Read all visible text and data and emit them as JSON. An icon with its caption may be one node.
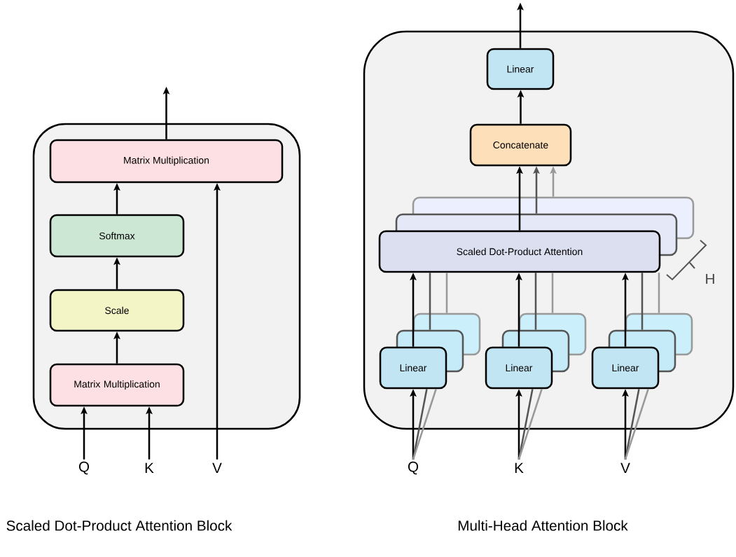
{
  "diagram": {
    "nodes": [
      {
        "text": [],
        "shape": "box"
      },
      {
        "text": [
          "Matrix Multiplication"
        ],
        "in": 0
      },
      {
        "text": [
          "Softmax"
        ],
        "in": 0
      },
      {
        "text": [
          "Scale"
        ],
        "in": 0
      },
      {
        "text": [
          "Matrix Multiplication"
        ],
        "in": 0
      },
      {
        "text": [
          "Q"
        ]
      },
      {
        "text": [
          "K"
        ]
      },
      {
        "text": [
          "V"
        ]
      },
      {
        "text": [],
        "shape": "box"
      },
      {
        "text": [
          "Linear"
        ],
        "in": 8
      },
      {
        "text": [
          "Concatenate"
        ],
        "in": 8
      },
      {
        "text": [
          "Scaled Dot-Product Attention"
        ],
        "in": 8
      },
      {
        "text": [
          "Linear"
        ],
        "in": 8
      },
      {
        "text": [
          "Linear"
        ],
        "in": 8
      },
      {
        "text": [
          "Linear"
        ],
        "in": 8
      },
      {
        "text": [
          "Q"
        ]
      },
      {
        "text": [
          "K"
        ]
      },
      {
        "text": [
          "V"
        ]
      }
    ],
    "edges": [
      {
        "from": 4,
        "to": 3,
        "arrow": "to"
      },
      {
        "from": 3,
        "to": 2,
        "arrow": "to"
      },
      {
        "from": 2,
        "to": 1,
        "arrow": "to"
      },
      {
        "from": 7,
        "to": 1,
        "arrow": "to"
      },
      {
        "from": 5,
        "to": 4,
        "arrow": "to"
      },
      {
        "from": 6,
        "to": 4,
        "arrow": "to"
      },
      {
        "from": 1,
        "to": null,
        "arrow": "to"
      },
      {
        "from": 9,
        "to": null,
        "arrow": "to"
      },
      {
        "from": 10,
        "to": 9,
        "arrow": "to"
      },
      {
        "from": 11,
        "to": 10,
        "arrow": "to"
      },
      {
        "from": 11,
        "to": 10,
        "arrow": "to",
        "color": "#555555"
      },
      {
        "from": 11,
        "to": 10,
        "arrow": "to",
        "color": "#999999"
      },
      {
        "from": 12,
        "to": 11,
        "arrow": "to"
      },
      {
        "from": 12,
        "to": 11,
        "arrow": "none",
        "color": "#555555"
      },
      {
        "from": 12,
        "to": 11,
        "arrow": "none",
        "color": "#999999"
      },
      {
        "from": 13,
        "to": 11,
        "arrow": "to"
      },
      {
        "from": 13,
        "to": 11,
        "arrow": "none",
        "color": "#555555"
      },
      {
        "from": 13,
        "to": 11,
        "arrow": "none",
        "color": "#999999"
      },
      {
        "from": 14,
        "to": 11,
        "arrow": "to"
      },
      {
        "from": 14,
        "to": 11,
        "arrow": "none",
        "color": "#555555"
      },
      {
        "from": 14,
        "to": 11,
        "arrow": "none",
        "color": "#999999"
      },
      {
        "from": 15,
        "to": 12,
        "arrow": "to"
      },
      {
        "from": 15,
        "to": 12,
        "arrow": "none",
        "color": "#555555"
      },
      {
        "from": 15,
        "to": 12,
        "arrow": "none",
        "color": "#999999"
      },
      {
        "from": 16,
        "to": 13,
        "arrow": "to"
      },
      {
        "from": 16,
        "to": 13,
        "arrow": "none",
        "color": "#555555"
      },
      {
        "from": 16,
        "to": 13,
        "arrow": "none",
        "color": "#999999"
      },
      {
        "from": 17,
        "to": 14,
        "arrow": "to"
      },
      {
        "from": 17,
        "to": 14,
        "arrow": "none",
        "color": "#555555"
      },
      {
        "from": 17,
        "to": 14,
        "arrow": "none",
        "color": "#999999"
      }
    ],
    "labels": [
      "H",
      "Scaled Dot-Product Attention Block",
      "Multi-Head Attention Block"
    ]
  }
}
